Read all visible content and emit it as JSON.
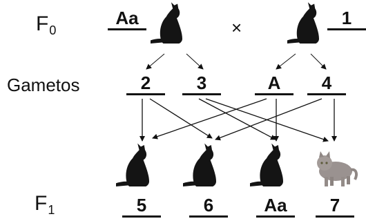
{
  "generations": {
    "f0": {
      "letter": "F",
      "index": "0"
    },
    "gametes": "Gametos",
    "f1": {
      "letter": "F",
      "index": "1"
    }
  },
  "parents": {
    "left_genotype": "Aa",
    "cross_symbol": "×",
    "right_genotype": "1"
  },
  "gametes": [
    "2",
    "3",
    "A",
    "4"
  ],
  "offspring": [
    "5",
    "6",
    "Aa",
    "7"
  ],
  "colors": {
    "ink": "#111111",
    "black_cat": "#141414",
    "gray_cat": "#9a9290"
  },
  "icons": {
    "parent_left": "black-cat-icon",
    "parent_right": "black-cat-icon",
    "offspring": [
      "black-cat-icon",
      "black-cat-icon",
      "black-cat-icon",
      "gray-cat-icon"
    ]
  }
}
